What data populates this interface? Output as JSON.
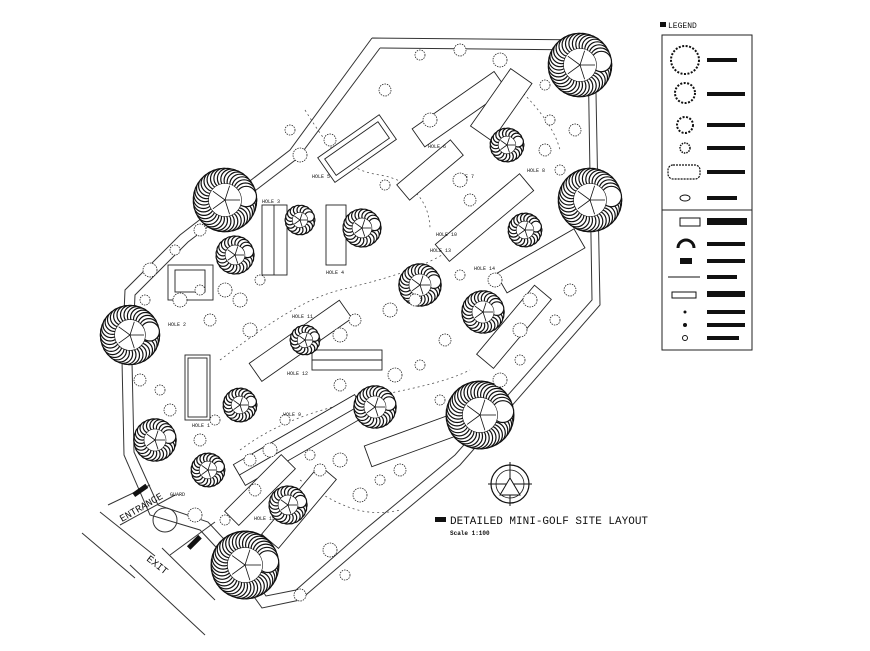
{
  "drawing": {
    "title": "DETAILED MINI-GOLF SITE LAYOUT",
    "scale": "Scale 1:100"
  },
  "labels": {
    "entrance": "ENTRANCE",
    "exit": "EXIT",
    "guard": "GUARD",
    "holes": [
      "HOLE 1",
      "HOLE 2",
      "HOLE 3",
      "HOLE 4",
      "HOLE 5",
      "HOLE 6",
      "HOLE 7",
      "HOLE 8",
      "HOLE 9",
      "HOLE 10",
      "HOLE 11",
      "HOLE 12",
      "HOLE 13",
      "HOLE 14",
      "HOLE 15"
    ]
  },
  "legend": {
    "title": "LEGEND"
  },
  "north_arrow": "north-arrow-icon"
}
